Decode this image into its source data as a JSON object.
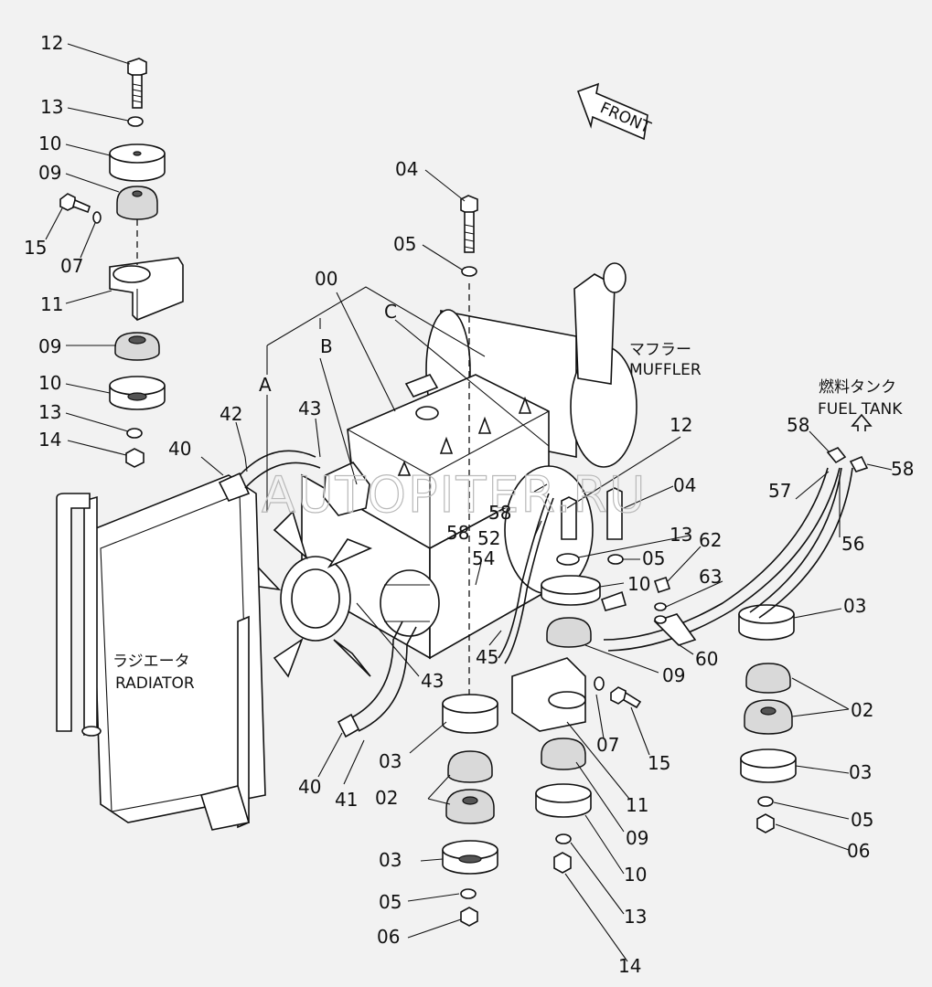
{
  "watermark": "AUTOPITER.RU",
  "captions": {
    "front": "FRONT",
    "muffler_jp": "マフラー",
    "muffler_en": "MUFFLER",
    "fuel_tank_jp": "燃料タンク",
    "fuel_tank_en": "FUEL TANK",
    "radiator_jp": "ラジエータ",
    "radiator_en": "RADIATOR"
  },
  "view_letters": [
    "A",
    "B",
    "C"
  ],
  "parts": [
    {
      "id": "p12a",
      "label": "12"
    },
    {
      "id": "p13a",
      "label": "13"
    },
    {
      "id": "p10a",
      "label": "10"
    },
    {
      "id": "p09a",
      "label": "09"
    },
    {
      "id": "p15a",
      "label": "15"
    },
    {
      "id": "p07a",
      "label": "07"
    },
    {
      "id": "p11a",
      "label": "11"
    },
    {
      "id": "p09b",
      "label": "09"
    },
    {
      "id": "p10b",
      "label": "10"
    },
    {
      "id": "p13b",
      "label": "13"
    },
    {
      "id": "p14a",
      "label": "14"
    },
    {
      "id": "p04a",
      "label": "04"
    },
    {
      "id": "p05a",
      "label": "05"
    },
    {
      "id": "p00",
      "label": "00"
    },
    {
      "id": "p42",
      "label": "42"
    },
    {
      "id": "p43a",
      "label": "43"
    },
    {
      "id": "p40a",
      "label": "40"
    },
    {
      "id": "p12b",
      "label": "12"
    },
    {
      "id": "p58a",
      "label": "58"
    },
    {
      "id": "p58b",
      "label": "58"
    },
    {
      "id": "p58c",
      "label": "58"
    },
    {
      "id": "p58d",
      "label": "58"
    },
    {
      "id": "p04b",
      "label": "04"
    },
    {
      "id": "p57",
      "label": "57"
    },
    {
      "id": "p56",
      "label": "56"
    },
    {
      "id": "p52",
      "label": "52"
    },
    {
      "id": "p13c",
      "label": "13"
    },
    {
      "id": "p05b",
      "label": "05"
    },
    {
      "id": "p62",
      "label": "62"
    },
    {
      "id": "p54",
      "label": "54"
    },
    {
      "id": "p10c",
      "label": "10"
    },
    {
      "id": "p63",
      "label": "63"
    },
    {
      "id": "p03a",
      "label": "03"
    },
    {
      "id": "p45",
      "label": "45"
    },
    {
      "id": "p09c",
      "label": "09"
    },
    {
      "id": "p60",
      "label": "60"
    },
    {
      "id": "p43b",
      "label": "43"
    },
    {
      "id": "p02a",
      "label": "02"
    },
    {
      "id": "p07b",
      "label": "07"
    },
    {
      "id": "p15b",
      "label": "15"
    },
    {
      "id": "p03b",
      "label": "03"
    },
    {
      "id": "p03c",
      "label": "03"
    },
    {
      "id": "p40b",
      "label": "40"
    },
    {
      "id": "p41",
      "label": "41"
    },
    {
      "id": "p11b",
      "label": "11"
    },
    {
      "id": "p02b",
      "label": "02"
    },
    {
      "id": "p09d",
      "label": "09"
    },
    {
      "id": "p05c",
      "label": "05"
    },
    {
      "id": "p06a",
      "label": "06"
    },
    {
      "id": "p10d",
      "label": "10"
    },
    {
      "id": "p03d",
      "label": "03"
    },
    {
      "id": "p13d",
      "label": "13"
    },
    {
      "id": "p05d",
      "label": "05"
    },
    {
      "id": "p06b",
      "label": "06"
    },
    {
      "id": "p14b",
      "label": "14"
    }
  ]
}
